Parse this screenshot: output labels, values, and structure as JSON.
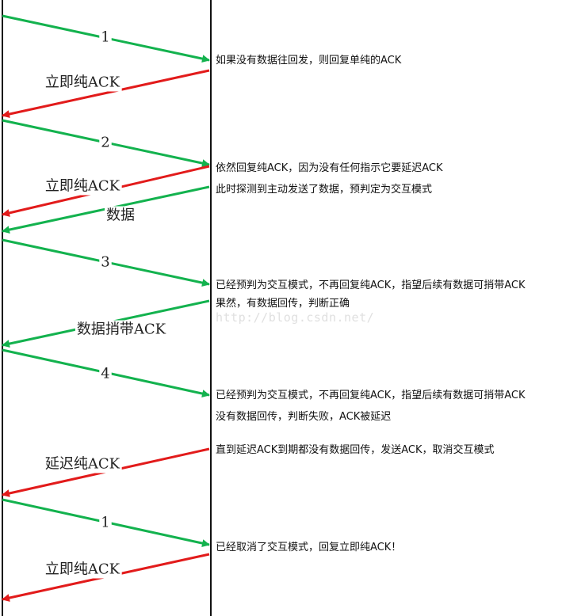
{
  "colors": {
    "green": "#13b24e",
    "red": "#e21b1b",
    "timeline": "#111111",
    "label_bg": "#ffffff"
  },
  "arrows": [
    {
      "dir": "right",
      "color": "green",
      "label": "1"
    },
    {
      "dir": "left",
      "color": "red",
      "label": "立即纯ACK"
    },
    {
      "dir": "right",
      "color": "green",
      "label": "2"
    },
    {
      "dir": "left",
      "color": "red",
      "label": "立即纯ACK"
    },
    {
      "dir": "left",
      "color": "green",
      "label": "数据"
    },
    {
      "dir": "right",
      "color": "green",
      "label": "3"
    },
    {
      "dir": "left",
      "color": "green",
      "label": "数据捎带ACK"
    },
    {
      "dir": "right",
      "color": "green",
      "label": "4"
    },
    {
      "dir": "left",
      "color": "red",
      "label": "延迟纯ACK"
    },
    {
      "dir": "right",
      "color": "green",
      "label": "1"
    },
    {
      "dir": "left",
      "color": "red",
      "label": "立即纯ACK"
    }
  ],
  "notes": [
    "如果没有数据往回发，则回复单纯的ACK",
    "依然回复纯ACK，因为没有任何指示它要延迟ACK",
    "此时探测到主动发送了数据，预判定为交互模式",
    "已经预判为交互模式，不再回复纯ACK，指望后续有数据可捎带ACK",
    "果然，有数据回传，判断正确",
    "已经预判为交互模式，不再回复纯ACK，指望后续有数据可捎带ACK",
    "没有数据回传，判断失败，ACK被延迟",
    "直到延迟ACK到期都没有数据回传，发送ACK，取消交互模式",
    "已经取消了交互模式，回复立即纯ACK！"
  ],
  "watermark": "http://blog.csdn.net/"
}
